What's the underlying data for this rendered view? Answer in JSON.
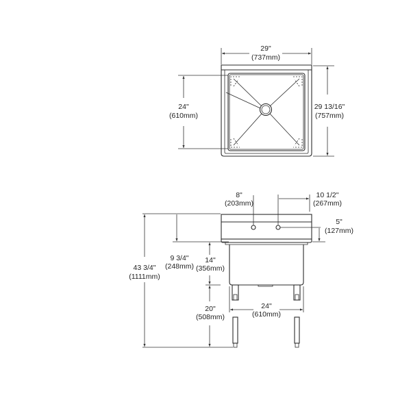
{
  "top_view": {
    "width_dim": {
      "imperial": "29\"",
      "metric": "(737mm)"
    },
    "bowl_depth_dim": {
      "imperial": "24\"",
      "metric": "(610mm)"
    },
    "overall_depth_dim": {
      "imperial": "29 13/16\"",
      "metric": "(757mm)"
    }
  },
  "front_view": {
    "faucet_spacing_dim": {
      "imperial": "8\"",
      "metric": "(203mm)"
    },
    "faucet_offset_dim": {
      "imperial": "10 1/2\"",
      "metric": "(267mm)"
    },
    "backsplash_hole_dim": {
      "imperial": "5\"",
      "metric": "(127mm)"
    },
    "backsplash_height_dim": {
      "imperial": "9 3/4\"",
      "metric": "(248mm)"
    },
    "bowl_height_dim": {
      "imperial": "14\"",
      "metric": "(356mm)"
    },
    "leg_height_dim": {
      "imperial": "20\"",
      "metric": "(508mm)"
    },
    "overall_height_dim": {
      "imperial": "43 3/4\"",
      "metric": "(1111mm)"
    },
    "bowl_width_dim": {
      "imperial": "24\"",
      "metric": "(610mm)"
    }
  }
}
